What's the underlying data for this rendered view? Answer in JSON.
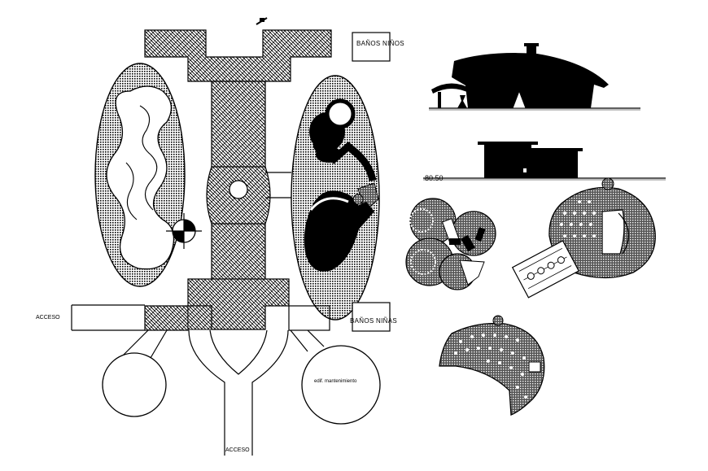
{
  "labels": {
    "banos_ninos": "BAÑOS NIÑOS",
    "banos_ninas": "BAÑOS NIÑAS",
    "acceso_left": "ACCESO",
    "acceso_bottom": "ACCESO",
    "edif_mantenimiento": "edif. mantenimiento",
    "level_mark": "80.50"
  },
  "colors": {
    "ink": "#000000",
    "paper": "#ffffff"
  }
}
